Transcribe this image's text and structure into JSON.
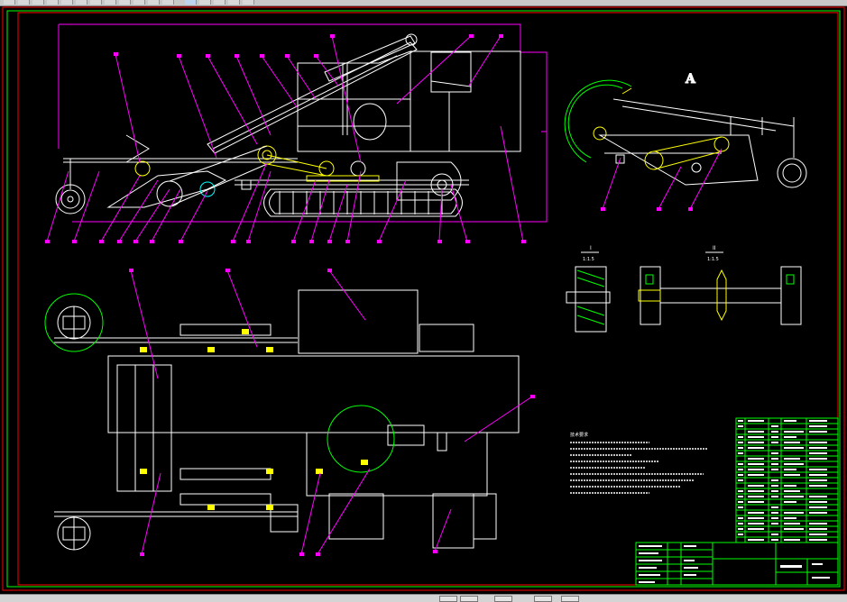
{
  "drawing": {
    "view_marker": "A",
    "section_views": [
      {
        "id": "I",
        "scale": "1:1.5"
      },
      {
        "id": "II",
        "scale": "1:1.5"
      }
    ],
    "notes_heading": "技术要求",
    "colors": {
      "background": "#000000",
      "geometry": "#ffffff",
      "leaders": "#ff00ff",
      "frame": "#00ff00",
      "border": "#ff0000",
      "cursor": "#00ffff",
      "parts": "#ffff00"
    }
  }
}
